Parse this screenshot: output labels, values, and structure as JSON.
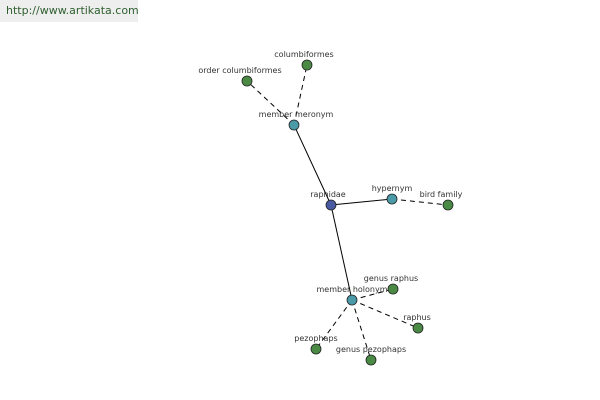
{
  "header": {
    "url": "http://www.artikata.com"
  },
  "colors": {
    "root_node": "#4a5aa0",
    "relation_node": "#4a9aa8",
    "leaf_node": "#4a8a44",
    "edge": "#000000",
    "node_stroke": "#222222"
  },
  "nodes": [
    {
      "id": "raphidae",
      "label": "raphidae",
      "kind": "root"
    },
    {
      "id": "member-meronym",
      "label": "member meronym",
      "kind": "relation"
    },
    {
      "id": "hypernym",
      "label": "hypernym",
      "kind": "relation"
    },
    {
      "id": "member-holonym",
      "label": "member holonym",
      "kind": "relation"
    },
    {
      "id": "order-columbiformes",
      "label": "order columbiformes",
      "kind": "leaf"
    },
    {
      "id": "columbiformes",
      "label": "columbiformes",
      "kind": "leaf"
    },
    {
      "id": "bird-family",
      "label": "bird family",
      "kind": "leaf"
    },
    {
      "id": "genus-raphus",
      "label": "genus raphus",
      "kind": "leaf"
    },
    {
      "id": "raphus",
      "label": "raphus",
      "kind": "leaf"
    },
    {
      "id": "pezophaps",
      "label": "pezophaps",
      "kind": "leaf"
    },
    {
      "id": "genus-pezophaps",
      "label": "genus pezophaps",
      "kind": "leaf"
    }
  ],
  "edges": [
    {
      "from": "raphidae",
      "to": "member-meronym",
      "style": "solid"
    },
    {
      "from": "raphidae",
      "to": "hypernym",
      "style": "solid"
    },
    {
      "from": "raphidae",
      "to": "member-holonym",
      "style": "solid"
    },
    {
      "from": "member-meronym",
      "to": "order-columbiformes",
      "style": "dashed"
    },
    {
      "from": "member-meronym",
      "to": "columbiformes",
      "style": "dashed"
    },
    {
      "from": "hypernym",
      "to": "bird-family",
      "style": "dashed"
    },
    {
      "from": "member-holonym",
      "to": "genus-raphus",
      "style": "dashed"
    },
    {
      "from": "member-holonym",
      "to": "raphus",
      "style": "dashed"
    },
    {
      "from": "member-holonym",
      "to": "pezophaps",
      "style": "dashed"
    },
    {
      "from": "member-holonym",
      "to": "genus-pezophaps",
      "style": "dashed"
    }
  ]
}
